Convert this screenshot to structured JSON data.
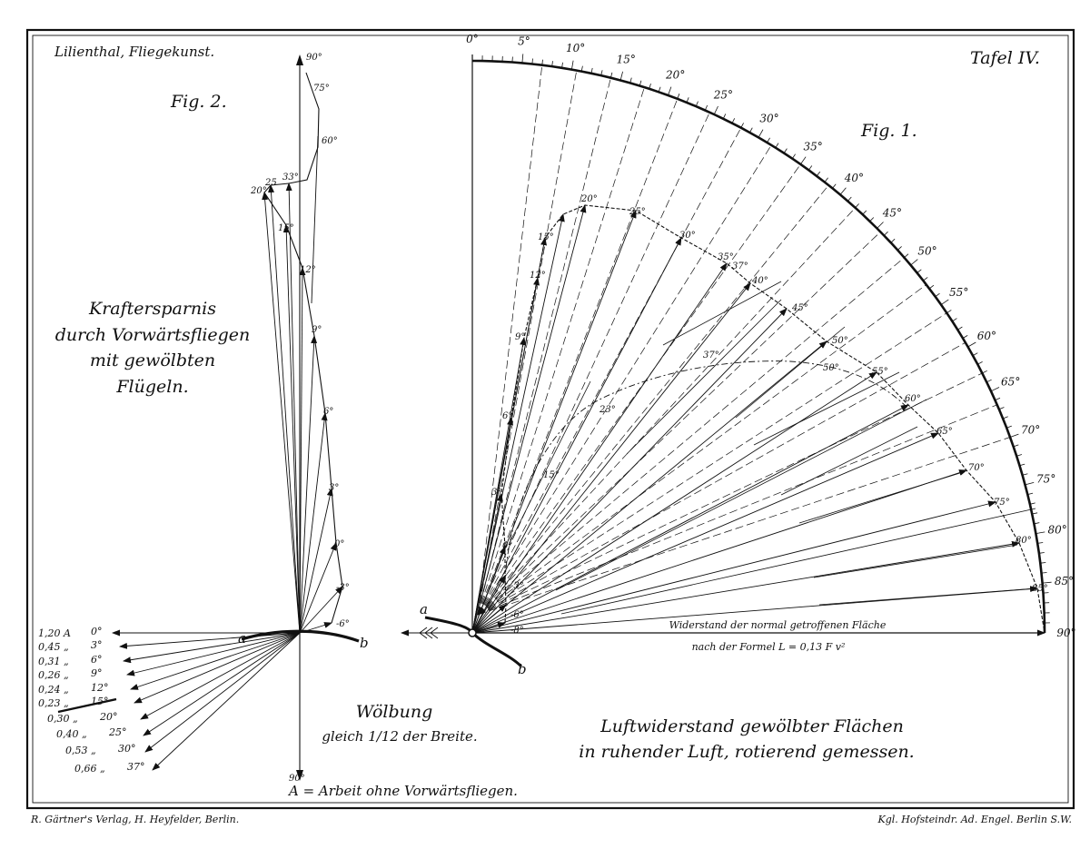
{
  "header": {
    "left_title": "Lilienthal, Fliegekunst.",
    "right_title": "Tafel IV."
  },
  "fig2": {
    "label": "Fig. 2.",
    "caption_lines": [
      "Kraftersparnis",
      "durch Vorwärtsfliegen",
      "mit gewölbten",
      "Flügeln."
    ],
    "wolbung_line1": "Wölbung",
    "wolbung_line2": "gleich 1/12 der Breite.",
    "arbeit": "A = Arbeit ohne Vorwärtsfliegen.",
    "bottom_deg": "90°",
    "top_deg": "90°",
    "profile_a": "a",
    "profile_b": "b",
    "curve_labels": [
      "20°",
      "25",
      "33°",
      "60°",
      "75°",
      "15°",
      "12°",
      "9°",
      "6°",
      "3°",
      "0°",
      "-3°",
      "-6°"
    ],
    "table": [
      {
        "value": "1,20 A",
        "angle": "0°"
      },
      {
        "value": "0,45 „",
        "angle": "3°"
      },
      {
        "value": "0,31 „",
        "angle": "6°"
      },
      {
        "value": "0,26 „",
        "angle": "9°"
      },
      {
        "value": "0,24 „",
        "angle": "12°"
      },
      {
        "value": "0,23 „",
        "angle": "15°"
      },
      {
        "value": "0,30 „",
        "angle": "20°"
      },
      {
        "value": "0,40 „",
        "angle": "25°"
      },
      {
        "value": "0,53 „",
        "angle": "30°"
      },
      {
        "value": "0,66 „",
        "angle": "37°"
      }
    ]
  },
  "fig1": {
    "label": "Fig. 1.",
    "caption_line1": "Luftwiderstand gewölbter Flächen",
    "caption_line2": "in ruhender Luft, rotierend gemessen.",
    "baseline_line1": "Widerstand der normal getroffenen Fläche",
    "baseline_line2": "nach der Formel L = 0,13 F v²",
    "profile_a": "a",
    "profile_b": "b",
    "outer_ticks": [
      "0°",
      "5°",
      "10°",
      "15°",
      "20°",
      "25°",
      "30°",
      "35°",
      "40°",
      "45°",
      "50°",
      "55°",
      "60°",
      "65°",
      "70°",
      "75°",
      "80°",
      "85°",
      "90°"
    ],
    "curve_labels": [
      "20°",
      "25°",
      "30°",
      "35°",
      "37°",
      "40°",
      "45°",
      "50°",
      "55°",
      "60°",
      "65°",
      "70°",
      "75°",
      "80°",
      "85°",
      "15°",
      "12°",
      "9°",
      "6°",
      "3°",
      "0°",
      "-3°",
      "-6°",
      "-8°",
      "23°",
      "37°",
      "50°",
      "15°"
    ]
  },
  "footer": {
    "left": "R. Gärtner's Verlag, H. Heyfelder, Berlin.",
    "right": "Kgl. Hofsteindr. Ad. Engel. Berlin S.W."
  }
}
